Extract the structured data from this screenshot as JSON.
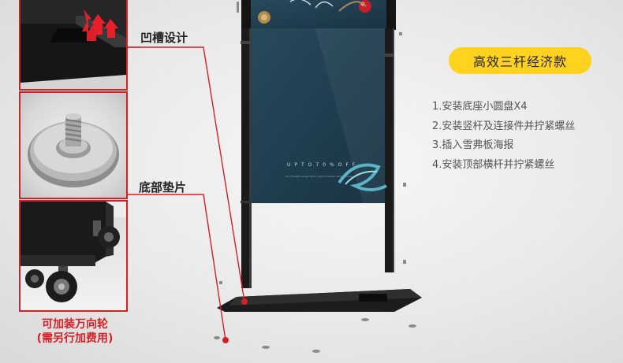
{
  "callouts": {
    "groove": "凹槽设计",
    "pad": "底部垫片",
    "wheels_line1": "可加装万向轮",
    "wheels_line2": "(需另行加费用)"
  },
  "badge": {
    "label": "高效三杆经济款"
  },
  "steps": [
    "1.安装底座小圆盘X4",
    "2.安装竖杆及连接件并拧紧螺丝",
    "3.插入雪弗板海报",
    "4.安装顶部横杆并拧紧螺丝"
  ],
  "poster": {
    "tag": "UPTO70%OFF",
    "tag_small": "You Thought Gauge Tends, Jelly morrissue, with all shoes"
  },
  "colors": {
    "accent_red": "#d42027",
    "badge_yellow": "#ffd21f",
    "poster_navy": "#1d3a4b",
    "frame_black": "#1a1a1a"
  }
}
